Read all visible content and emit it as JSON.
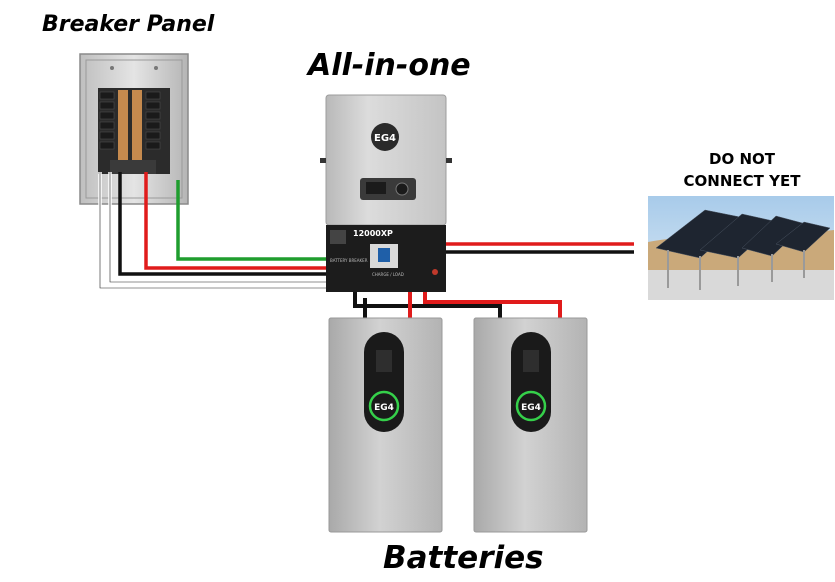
{
  "labels": {
    "breaker_panel": "Breaker Panel",
    "all_in_one": "All-in-one",
    "batteries": "Batteries",
    "warning_line1": "DO NOT",
    "warning_line2": "CONNECT YET"
  },
  "inverter": {
    "model": "12000XP",
    "brand": "EG4",
    "panel_label": "BATTERY BREAKER",
    "switch_label": "CHARGE / LOAD"
  },
  "batteries": [
    {
      "brand": "EG4"
    },
    {
      "brand": "EG4"
    }
  ],
  "colors": {
    "wire_red": "#e01b1b",
    "wire_black": "#111111",
    "wire_green": "#1f9d2e",
    "wire_white": "#ffffff",
    "inverter_body": "#c9c9c9",
    "inverter_base": "#1c1c1c",
    "battery_body": "#bdbdbd",
    "battery_ring": "#35d04a",
    "sky": "#b7d7ef"
  }
}
